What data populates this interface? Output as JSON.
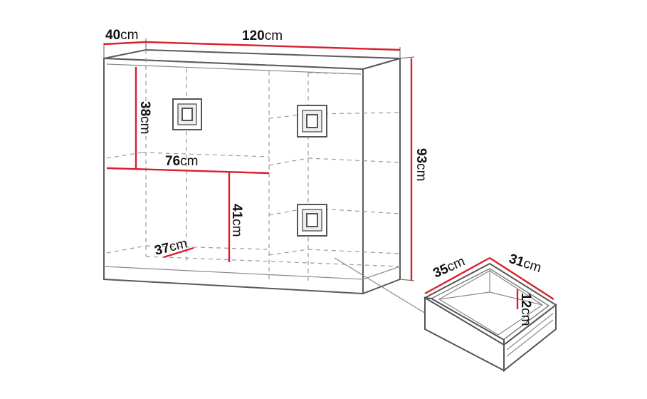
{
  "diagram": {
    "subject": "chest-of-drawers-dimension-drawing",
    "colors": {
      "dimension_line": "#d8202f",
      "outline": "#555555",
      "hidden_edge": "#9a9a9a",
      "label": "#111111"
    },
    "dimensions": {
      "depth": {
        "value": "40",
        "unit": "cm"
      },
      "width": {
        "value": "120",
        "unit": "cm"
      },
      "height": {
        "value": "93",
        "unit": "cm"
      },
      "upper_shelf_height": {
        "value": "38",
        "unit": "cm"
      },
      "shelf_width": {
        "value": "76",
        "unit": "cm"
      },
      "lower_shelf_height": {
        "value": "41",
        "unit": "cm"
      },
      "shelf_depth": {
        "value": "37",
        "unit": "cm"
      },
      "drawer_width": {
        "value": "35",
        "unit": "cm"
      },
      "drawer_depth": {
        "value": "31",
        "unit": "cm"
      },
      "drawer_height": {
        "value": "12",
        "unit": "cm"
      }
    }
  }
}
